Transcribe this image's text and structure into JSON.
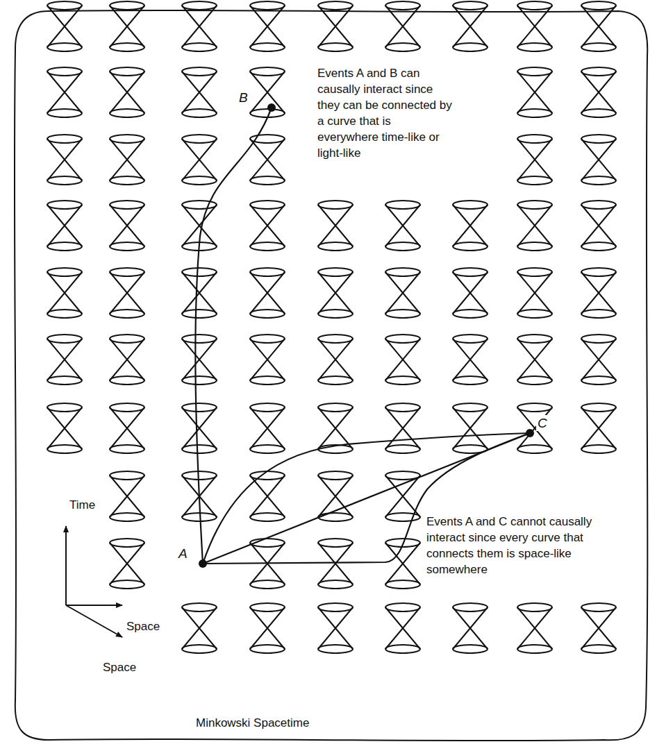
{
  "diagram": {
    "labels": [
      "B",
      "Events A and B can causally interact since they can be connected by a curve that is everywhere time-like or light-like",
      "C",
      "Time",
      "A",
      "Events A and C cannot causally interact since every curve that connects them is space-like somewhere",
      "Space",
      "Space",
      "Minkowski Spacetime"
    ]
  }
}
